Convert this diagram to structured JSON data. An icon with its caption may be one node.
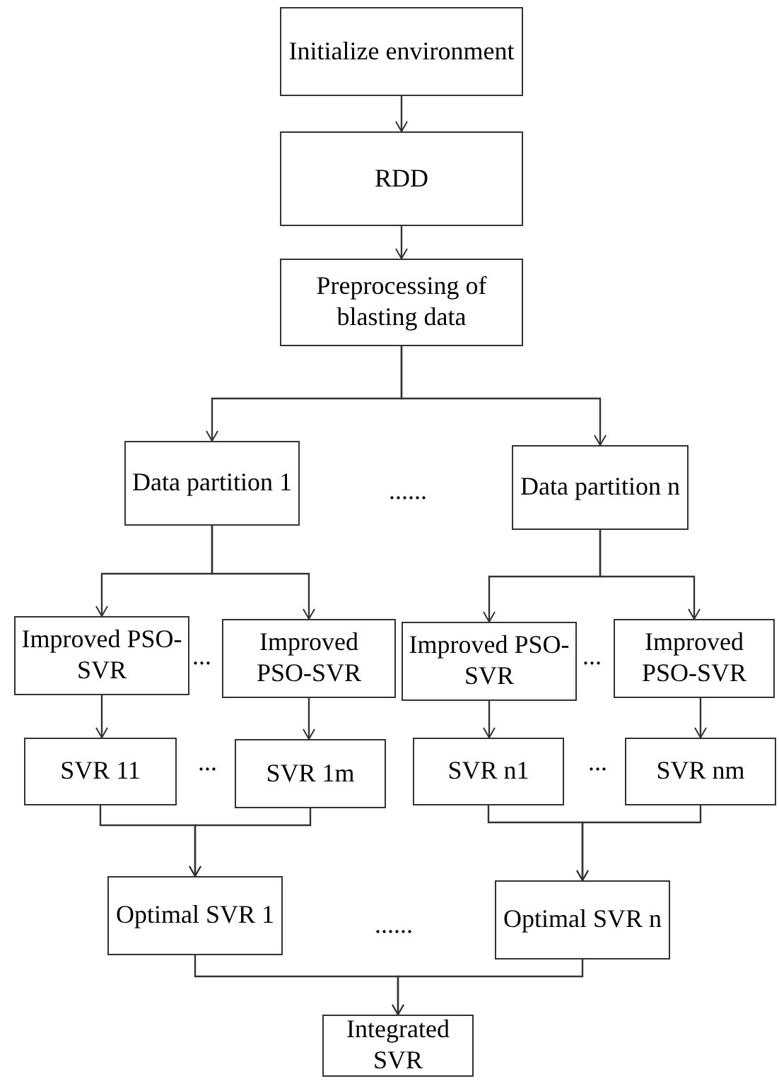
{
  "diagram": {
    "nodes": [
      {
        "text": [
          "Initialize environment"
        ]
      },
      {
        "text": [
          "RDD"
        ]
      },
      {
        "text": [
          "Preprocessing of blasting data"
        ]
      },
      {
        "text": [
          "Data partition 1"
        ]
      },
      {
        "text": [
          "Data partition n"
        ]
      },
      {
        "text": [
          "Improved PSO-SVR"
        ]
      },
      {
        "text": [
          "Improved PSO-SVR"
        ]
      },
      {
        "text": [
          "Improved PSO-SVR"
        ]
      },
      {
        "text": [
          "Improved PSO-SVR"
        ]
      },
      {
        "text": [
          "SVR 11"
        ]
      },
      {
        "text": [
          "SVR 1m"
        ]
      },
      {
        "text": [
          "SVR n1"
        ]
      },
      {
        "text": [
          "SVR nm"
        ]
      },
      {
        "text": [
          "Optimal SVR 1"
        ]
      },
      {
        "text": [
          "Optimal SVR n"
        ]
      },
      {
        "text": [
          "Integrated SVR"
        ]
      }
    ],
    "edges": [
      {
        "from": 0,
        "to": 1,
        "arrow": "to"
      },
      {
        "from": 1,
        "to": 2,
        "arrow": "to"
      },
      {
        "from": 2,
        "to": 3,
        "arrow": "to"
      },
      {
        "from": 2,
        "to": 4,
        "arrow": "to"
      },
      {
        "from": 3,
        "to": 5,
        "arrow": "to"
      },
      {
        "from": 3,
        "to": 6,
        "arrow": "to"
      },
      {
        "from": 4,
        "to": 7,
        "arrow": "to"
      },
      {
        "from": 4,
        "to": 8,
        "arrow": "to"
      },
      {
        "from": 5,
        "to": 9,
        "arrow": "to"
      },
      {
        "from": 6,
        "to": 10,
        "arrow": "to"
      },
      {
        "from": 7,
        "to": 11,
        "arrow": "to"
      },
      {
        "from": 8,
        "to": 12,
        "arrow": "to"
      },
      {
        "from": 9,
        "to": 13,
        "arrow": "to"
      },
      {
        "from": 10,
        "to": 13,
        "arrow": "to"
      },
      {
        "from": 11,
        "to": 14,
        "arrow": "to"
      },
      {
        "from": 12,
        "to": 14,
        "arrow": "to"
      },
      {
        "from": 13,
        "to": 15,
        "arrow": "to"
      },
      {
        "from": 14,
        "to": 15,
        "arrow": "to"
      }
    ],
    "labels": [
      "......",
      "...",
      "...",
      "...",
      "...",
      "......"
    ]
  }
}
